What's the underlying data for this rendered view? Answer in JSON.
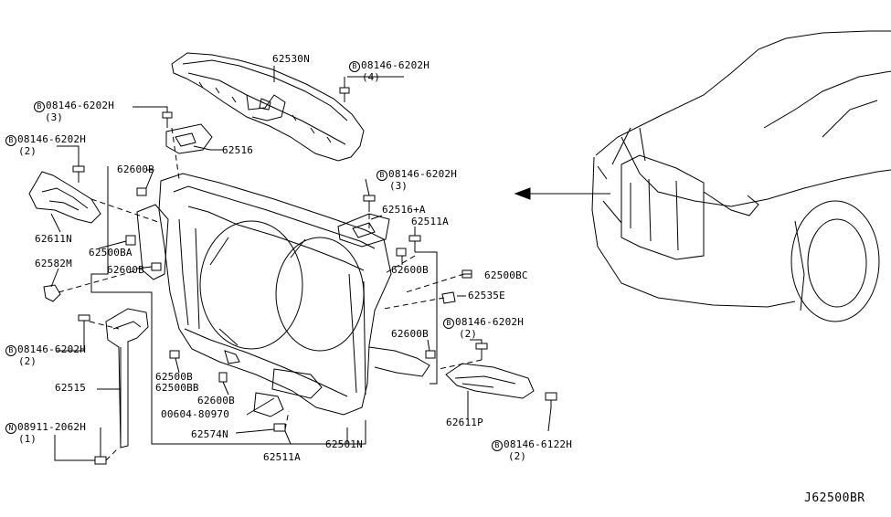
{
  "labels": {
    "p62530N": "62530N",
    "b_top_right": "08146-6202H",
    "b_top_right_qty": "(4)",
    "b_left1": "08146-6202H",
    "b_left1_qty": "(3)",
    "b_left2": "08146-6202H",
    "b_left2_qty": "(2)",
    "p62516": "62516",
    "p62600B_a": "62600B",
    "b_mid": "08146-6202H",
    "b_mid_qty": "(3)",
    "p62516A": "62516+A",
    "p62511A_top": "62511A",
    "p62611N": "62611N",
    "p62500BA": "62500BA",
    "p62600B_b": "62600B",
    "p62582M": "62582M",
    "p62600B_c": "62600B",
    "p62500BC": "62500BC",
    "p62535E": "62535E",
    "b_right": "08146-6202H",
    "b_right_qty": "(2)",
    "b_lower_left": "08146-6202H",
    "b_lower_left_qty": "(2)",
    "p62600B_d": "62600B",
    "p62500B": "62500B",
    "p62500BB": "62500BB",
    "p62515": "62515",
    "p62600B_e": "62600B",
    "p00604": "00604-80970",
    "n_left": "08911-2062H",
    "n_left_qty": "(1)",
    "p62574N": "62574N",
    "p62611P": "62611P",
    "b_bottom_right": "08146-6122H",
    "b_bottom_right_qty": "(2)",
    "p62511A_bottom": "62511A",
    "p62501N": "62501N"
  },
  "markers": {
    "bolt": "B",
    "nut": "N"
  },
  "diagram_code": "J62500BR"
}
